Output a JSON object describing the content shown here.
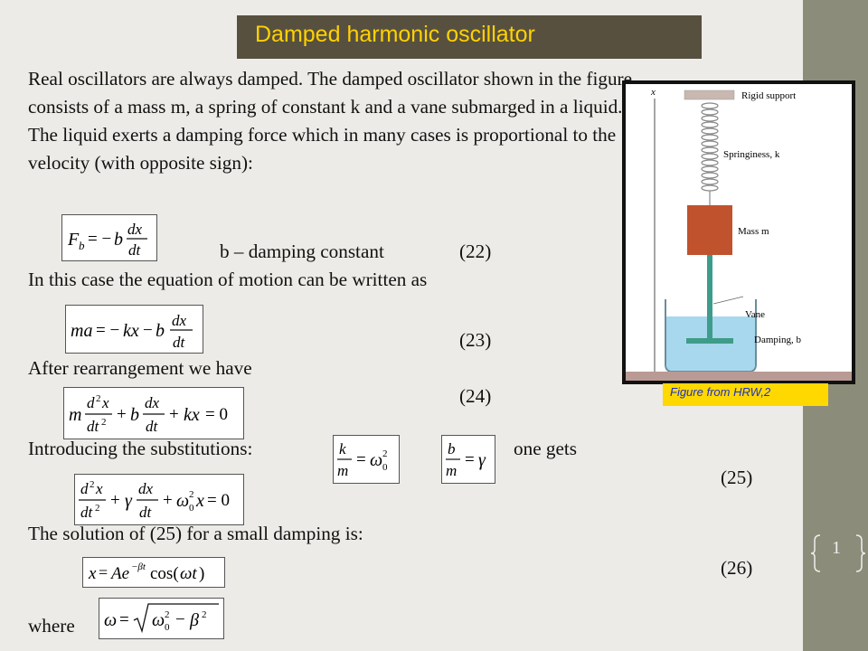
{
  "slide": {
    "title": "Damped harmonic oscillator",
    "page_number": "1",
    "intro": "Real oscillators are always damped. The damped oscillator shown in the figure consists of a mass m, a spring of constant k and a vane submarged in a liquid. The liquid exerts a damping force which in many cases is proportional to the velocity (with opposite sign):",
    "b_desc": "b – damping constant",
    "eq22_no": "(22)",
    "line_motion": "In this case the equation of motion can be written as",
    "eq23_no": "(23)",
    "line_rearr": "After rearrangement we have",
    "eq24_no": "(24)",
    "line_subst": "Introducing the substitutions:",
    "one_gets": "one gets",
    "eq25_no": "(25)",
    "line_solution": "The solution of (25) for a small damping is:",
    "eq26_no": "(26)",
    "where": "where"
  },
  "figure": {
    "axis_label": "x",
    "label_support": "Rigid support",
    "label_spring": "Springiness, k",
    "label_mass": "Mass m",
    "label_vane": "Vane",
    "label_damping": "Damping, b",
    "caption": "Figure from HRW,2"
  },
  "colors": {
    "title_bg": "#58503f",
    "title_text": "#ffd200",
    "sidebar": "#8c8c7a",
    "mass": "#c0522e",
    "vane": "#3e9c8a",
    "liquid": "#a8d8ee",
    "caption_bg": "#ffd800"
  }
}
